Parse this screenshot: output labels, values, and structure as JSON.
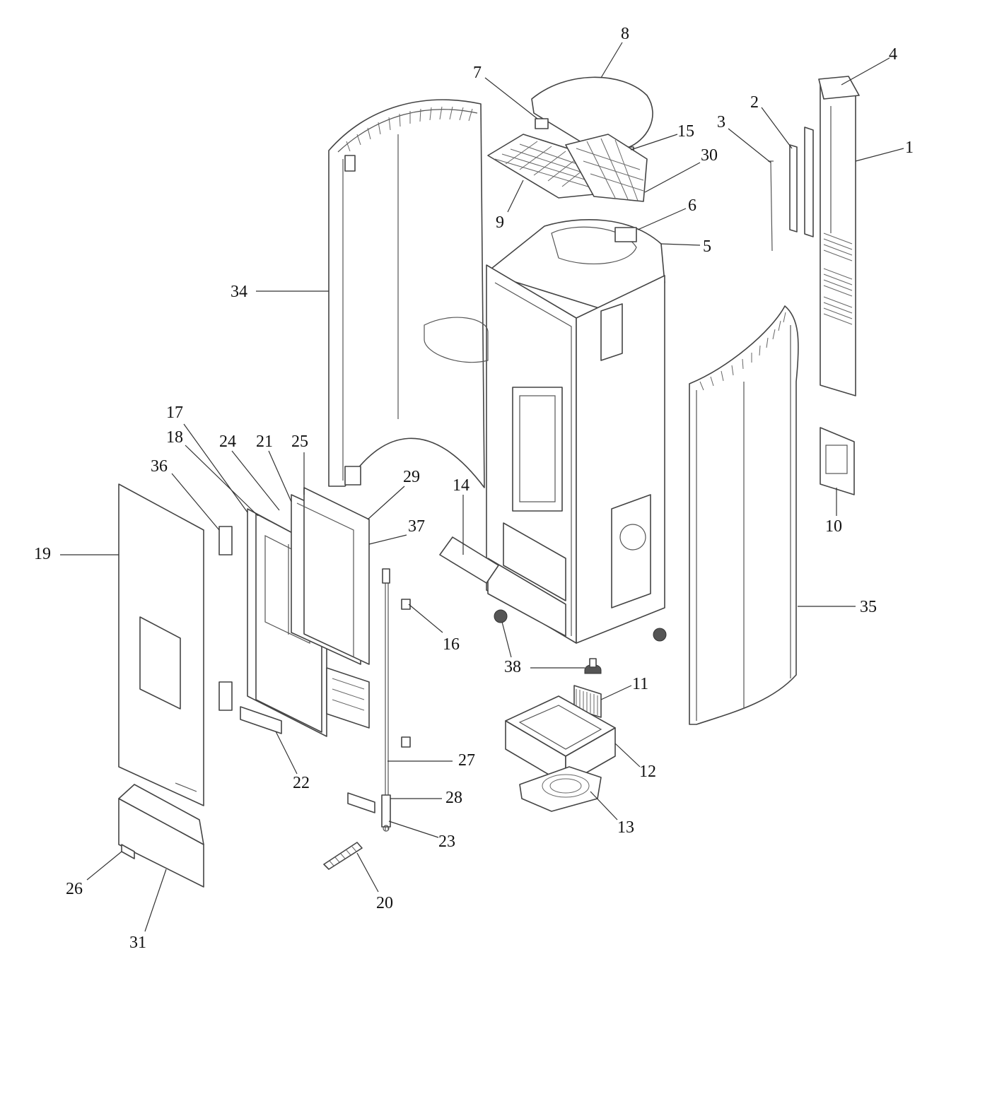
{
  "callouts": [
    {
      "id": "1",
      "text": "1"
    },
    {
      "id": "2",
      "text": "2"
    },
    {
      "id": "3",
      "text": "3"
    },
    {
      "id": "4",
      "text": "4"
    },
    {
      "id": "5",
      "text": "5"
    },
    {
      "id": "6",
      "text": "6"
    },
    {
      "id": "7",
      "text": "7"
    },
    {
      "id": "8",
      "text": "8"
    },
    {
      "id": "9",
      "text": "9"
    },
    {
      "id": "10",
      "text": "10"
    },
    {
      "id": "11",
      "text": "11"
    },
    {
      "id": "12",
      "text": "12"
    },
    {
      "id": "13",
      "text": "13"
    },
    {
      "id": "14",
      "text": "14"
    },
    {
      "id": "15",
      "text": "15"
    },
    {
      "id": "16",
      "text": "16"
    },
    {
      "id": "17",
      "text": "17"
    },
    {
      "id": "18",
      "text": "18"
    },
    {
      "id": "19",
      "text": "19"
    },
    {
      "id": "20",
      "text": "20"
    },
    {
      "id": "21",
      "text": "21"
    },
    {
      "id": "22",
      "text": "22"
    },
    {
      "id": "23",
      "text": "23"
    },
    {
      "id": "24",
      "text": "24"
    },
    {
      "id": "25",
      "text": "25"
    },
    {
      "id": "26",
      "text": "26"
    },
    {
      "id": "27",
      "text": "27"
    },
    {
      "id": "28",
      "text": "28"
    },
    {
      "id": "29",
      "text": "29"
    },
    {
      "id": "30",
      "text": "30"
    },
    {
      "id": "31",
      "text": "31"
    },
    {
      "id": "34",
      "text": "34"
    },
    {
      "id": "35",
      "text": "35"
    },
    {
      "id": "36",
      "text": "36"
    },
    {
      "id": "37",
      "text": "37"
    },
    {
      "id": "38",
      "text": "38"
    }
  ]
}
